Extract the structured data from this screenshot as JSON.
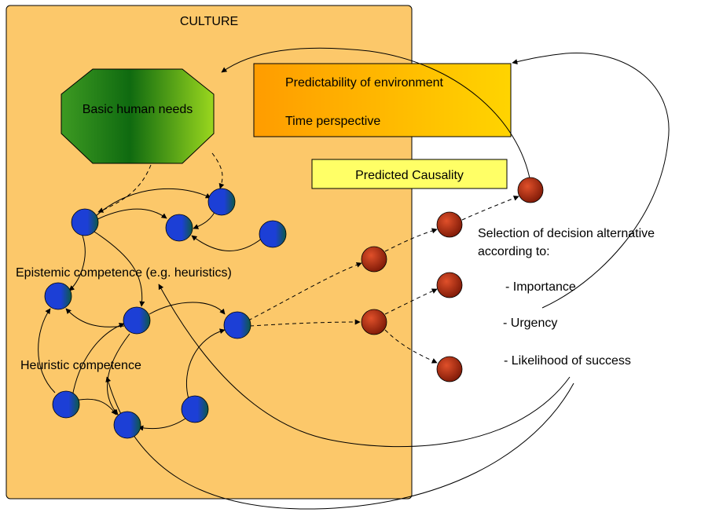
{
  "culture_label": "CULTURE",
  "basic_needs_label": "Basic human needs",
  "environment_box": {
    "line1": "Predictability of environment",
    "line2": "Time perspective"
  },
  "causality_label": "Predicted Causality",
  "epistemic_label": "Epistemic competence (e.g. heuristics)",
  "heuristic_label": "Heuristic competence",
  "selection": {
    "line1": "Selection of decision alternative",
    "line2": "according to:",
    "criteria": [
      "- Importance",
      "- Urgency",
      "- Likelihood of success"
    ]
  },
  "colors": {
    "culture_fill": "#fcc86a",
    "env_box_start": "#ff9c00",
    "env_box_end": "#ffd400",
    "causality_fill": "#ffff66",
    "blue_node": "#1c3fd6",
    "red_node": "#b3290d",
    "octagon_dark": "#0f6a10",
    "octagon_light": "#9ad71e"
  }
}
